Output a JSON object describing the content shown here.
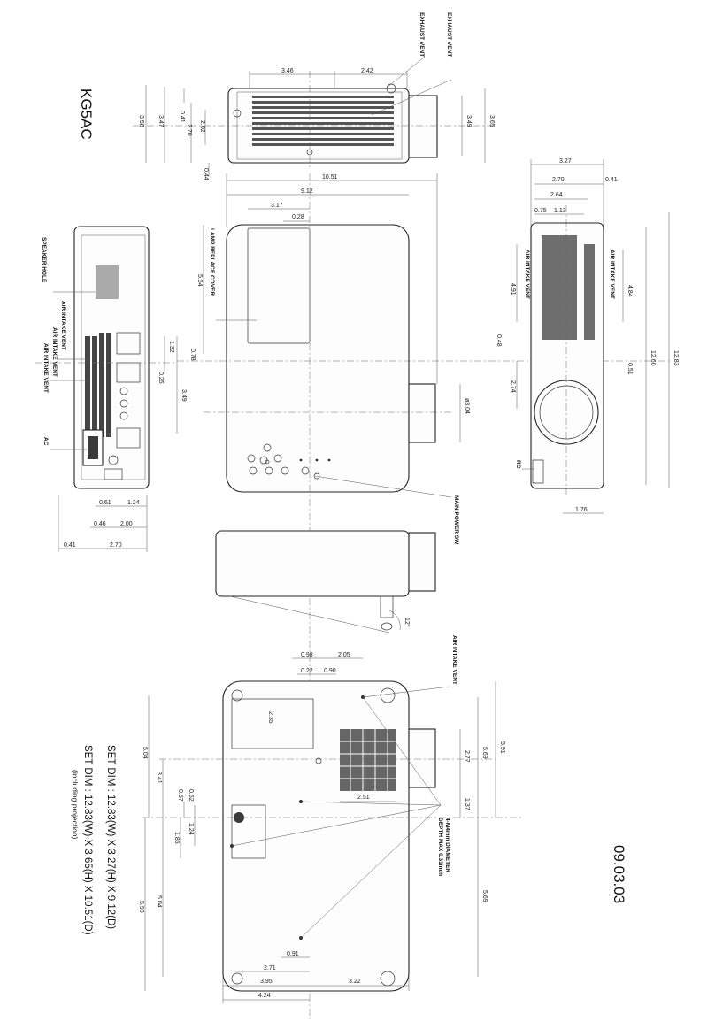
{
  "model": "KG5AC",
  "date": "09.03.03",
  "set_dims": {
    "line1": "SET DIM : 12.83(W) X 3.27(H) X 9.12(D)",
    "line2": "SET DIM : 12.83(W) X 3.65(H) X 10.51(D)",
    "line3": "(including projection)"
  },
  "labels": {
    "exhaust_vent_1": "EXHAUST VENT",
    "exhaust_vent_2": "EXHAUST VENT",
    "speaker_hole": "SPEAKER HOLE",
    "air_intake_1": "AIR INTAKE VENT",
    "air_intake_2": "AIR INTAKE VENT",
    "air_intake_3": "AIR INTAKE VENT",
    "air_intake_right_1": "AIR INTAKE VENT",
    "air_intake_right_2": "AIR INTAKE VENT",
    "air_intake_bottom": "AIR INTAKE VENT",
    "ac": "AC",
    "rc": "RC",
    "lamp_cover": "LAMP REPLACE COVER",
    "main_power": "MAIN POWER SW",
    "mount_1": "4-M4mm DIAMETER",
    "mount_2": "DEPTH MAX 0.31inch"
  },
  "dims": {
    "top_346": "3.46",
    "top_242": "2.42",
    "top_358": "3.58",
    "top_347": "3.47",
    "top_041": "0.41",
    "top_270": "2.70",
    "top_202": "2.02",
    "top_044": "0.44",
    "top_349": "3.49",
    "top_365": "3.65",
    "c_1051": "10.51",
    "c_912": "9.12",
    "c_317": "3.17",
    "c_028": "0.28",
    "c_564": "5.64",
    "c_078": "0.78",
    "c_132": "1.32",
    "c_025": "0.25",
    "c_349": "3.49",
    "c_304": "ø3.04",
    "l_061": "0.61",
    "l_124": "1.24",
    "l_046": "0.46",
    "l_200": "2.00",
    "l_041": "0.41",
    "l_270": "2.70",
    "r_327": "3.27",
    "r_270": "2.70",
    "r_041": "0.41",
    "r_264": "2.64",
    "r_075": "0.75",
    "r_113": "1.13",
    "r_491": "4.91",
    "r_484": "4.84",
    "r_048": "0.48",
    "r_051": "0.51",
    "r_274": "2.74",
    "r_1260": "12.60",
    "r_1283": "12.83",
    "r_176": "1.76",
    "f_12": "12°",
    "b_098": "0.98",
    "b_205": "2.05",
    "b_022": "0.22",
    "b_090": "0.90",
    "b_235": "2.35",
    "b_277": "2.77",
    "b_569a": "5.69",
    "b_591": "5.91",
    "b_251": "2.51",
    "b_137": "1.37",
    "b_504a": "5.04",
    "b_341": "3.41",
    "b_057": "0.57",
    "b_052": "0.52",
    "b_124": "1.24",
    "b_185": "1.85",
    "b_504b": "5.04",
    "b_590": "5.90",
    "b_569b": "5.69",
    "b_091": "0.91",
    "b_271": "2.71",
    "b_395": "3.95",
    "b_322": "3.22",
    "b_424": "4.24"
  }
}
